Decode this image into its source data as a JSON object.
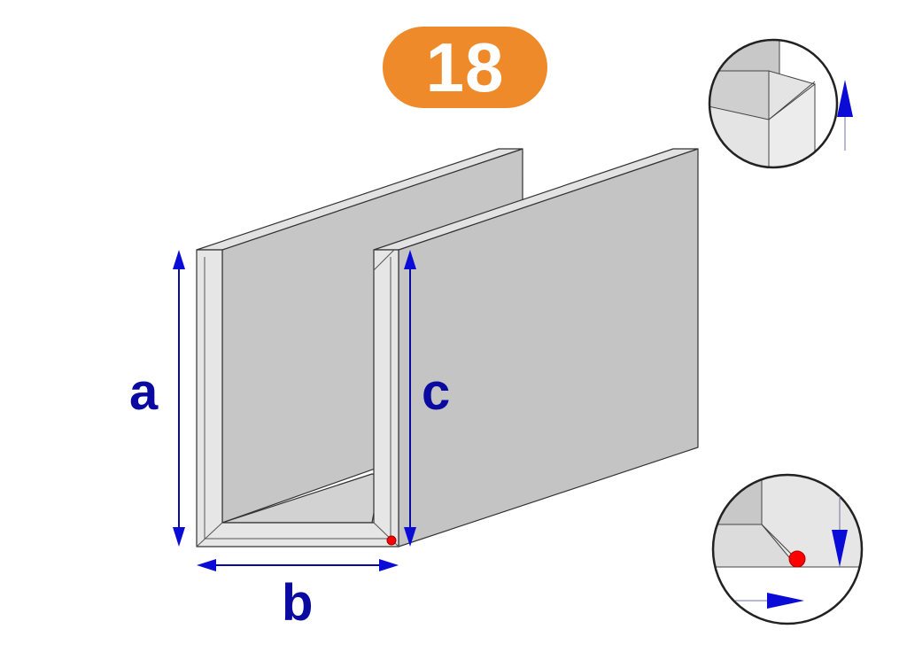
{
  "badge": {
    "number": "18"
  },
  "dimensions": {
    "a": "a",
    "b": "b",
    "c": "c"
  },
  "colors": {
    "badge": "#ef8a2a",
    "dimension": "#0a0aa0",
    "arrow_fill": "#0b0bd8",
    "marker": "#ff0000",
    "face_dark": "#c4c4c4",
    "face_light": "#e6e6e6",
    "edge": "#333333"
  },
  "icons": {
    "detail_top": "corner-detail-arrow-up",
    "detail_bottom": "corner-detail-arrows-down-right"
  }
}
